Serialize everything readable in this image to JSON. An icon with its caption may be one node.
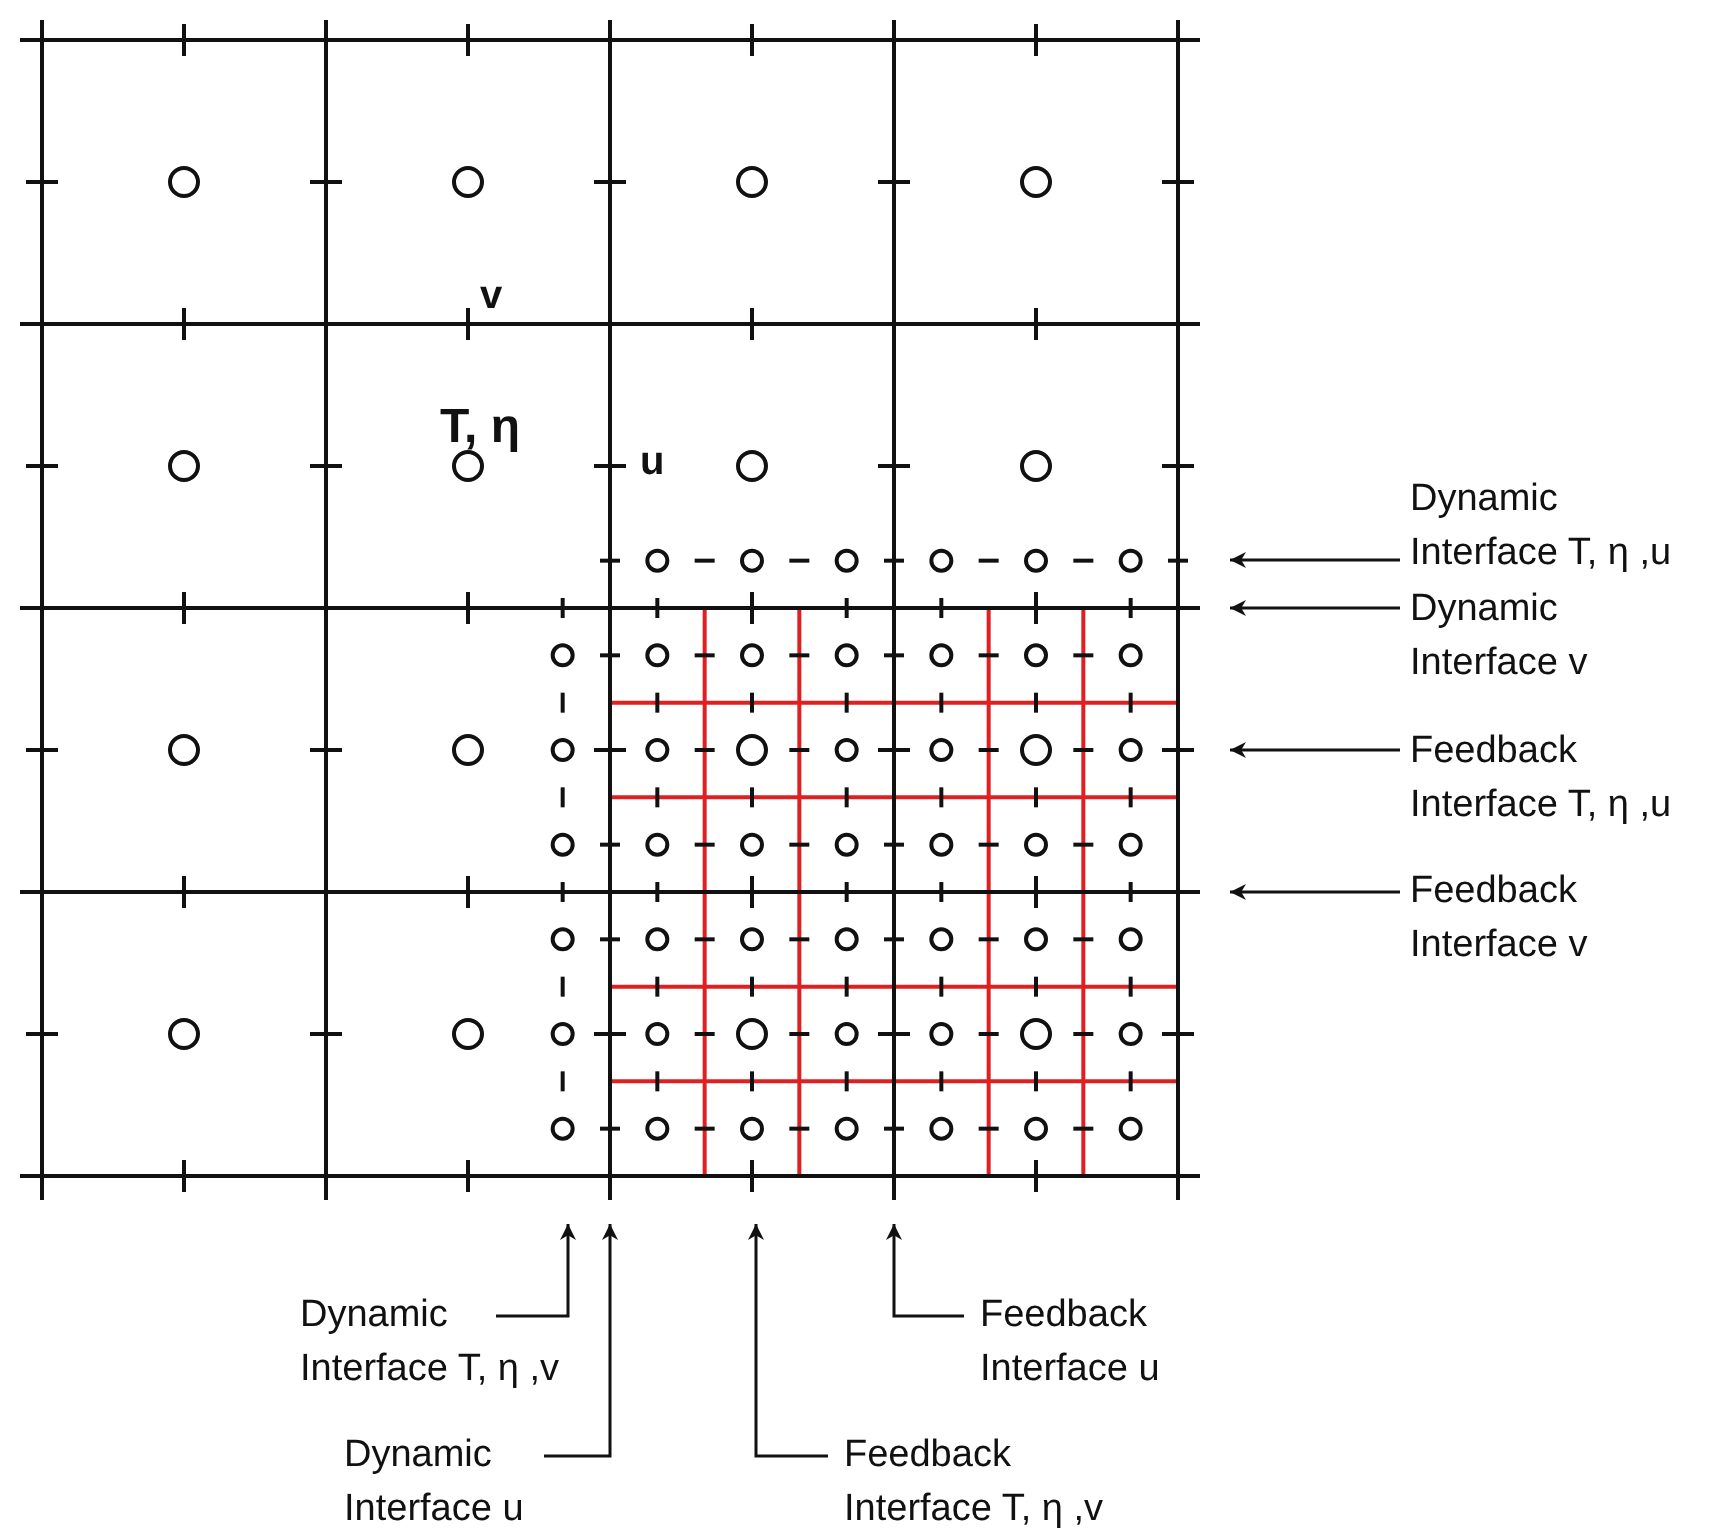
{
  "diagram": {
    "nodes": [
      {
        "text": [
          "Dynamic Interface T, η ,u"
        ]
      },
      {
        "text": [
          "Dynamic Interface v"
        ]
      },
      {
        "text": [
          "Feedback Interface T, η ,u"
        ]
      },
      {
        "text": [
          "Feedback Interface v"
        ]
      },
      {
        "text": [
          "Dynamic Interface T, η ,v"
        ]
      },
      {
        "text": [
          "Feedback Interface u"
        ]
      },
      {
        "text": [
          "Dynamic Interface u"
        ]
      },
      {
        "text": [
          "Feedback Interface T, η ,v"
        ]
      }
    ],
    "edges": [
      {
        "from": 0,
        "to": null,
        "arrow": "to"
      },
      {
        "from": 1,
        "to": null,
        "arrow": "to"
      },
      {
        "from": 2,
        "to": null,
        "arrow": "to"
      },
      {
        "from": 3,
        "to": null,
        "arrow": "to"
      },
      {
        "from": 4,
        "to": null,
        "arrow": "to"
      },
      {
        "from": 5,
        "to": null,
        "arrow": "to"
      },
      {
        "from": 6,
        "to": null,
        "arrow": "to"
      },
      {
        "from": 7,
        "to": null,
        "arrow": "to"
      }
    ],
    "labels": [
      "v",
      "T, η",
      "u"
    ]
  }
}
